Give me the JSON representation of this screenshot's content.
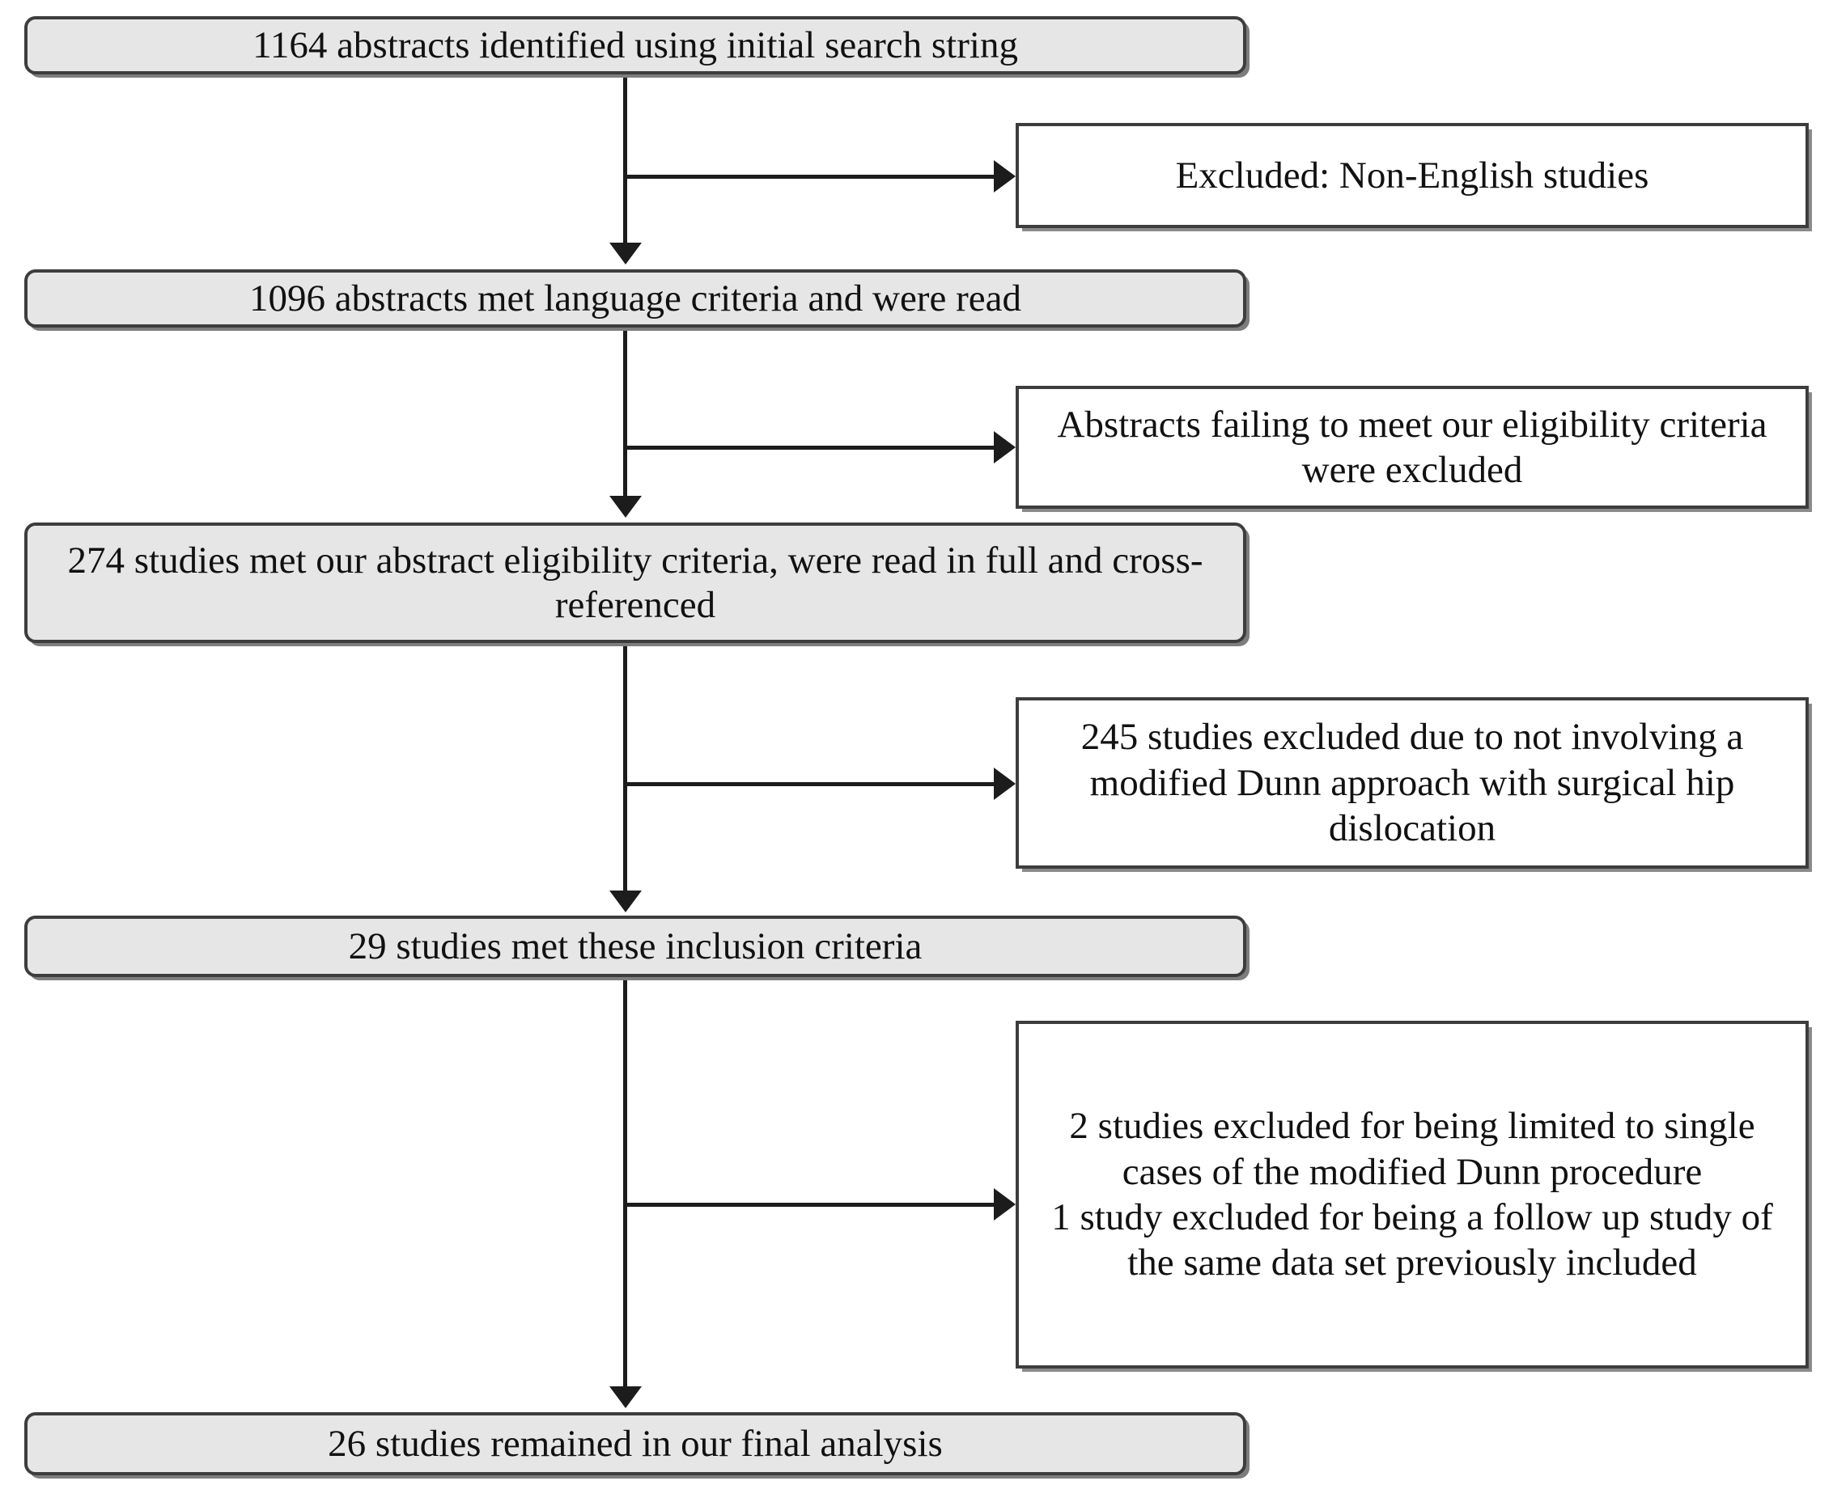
{
  "diagram": {
    "type": "prisma-study-selection-flowchart",
    "title": "",
    "colors": {
      "stage_box_fill": "#e6e6e6",
      "side_box_fill": "#ffffff",
      "border": "#3d3d3d",
      "connector": "#1c1c1c",
      "shadow": "#8a8a8a",
      "background": "#ffffff",
      "text": "#111111"
    },
    "stages": [
      {
        "id": "stage-1",
        "text": "1164 abstracts identified using initial search string",
        "count": 1164
      },
      {
        "id": "stage-2",
        "text": "1096 abstracts met language criteria and were read",
        "count": 1096
      },
      {
        "id": "stage-3",
        "text": "274 studies met our abstract eligibility criteria, were read in full and cross-referenced",
        "count": 274
      },
      {
        "id": "stage-4",
        "text": "29 studies met these inclusion criteria",
        "count": 29
      },
      {
        "id": "stage-5",
        "text": "26 studies remained in our final analysis",
        "count": 26
      }
    ],
    "exclusions": [
      {
        "id": "exclusion-1",
        "paragraphs": [
          "Excluded: Non-English studies"
        ]
      },
      {
        "id": "exclusion-2",
        "paragraphs": [
          "Abstracts failing to meet our eligibility criteria were excluded"
        ]
      },
      {
        "id": "exclusion-3",
        "paragraphs": [
          "245 studies excluded due to not involving a modified Dunn approach with surgical hip dislocation"
        ]
      },
      {
        "id": "exclusion-4",
        "paragraphs": [
          "2 studies excluded for being limited to single cases of the modified Dunn procedure",
          "1 study excluded for being a follow up study of the same data set previously included"
        ]
      }
    ]
  }
}
